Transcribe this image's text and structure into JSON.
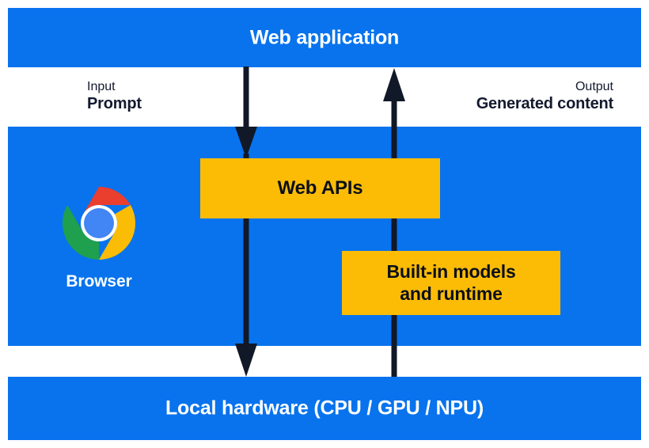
{
  "diagram": {
    "title_band_top": "Web application",
    "title_band_bottom": "Local hardware (CPU / GPU / NPU)",
    "bands": [
      {
        "name": "web-application",
        "label": "Web application"
      },
      {
        "name": "browser",
        "label": ""
      },
      {
        "name": "local-hardware",
        "label": "Local hardware (CPU / GPU / NPU)"
      }
    ],
    "flows": [
      {
        "name": "input",
        "kind": "Input",
        "value": "Prompt",
        "direction": "down"
      },
      {
        "name": "output",
        "kind": "Output",
        "value": "Generated content",
        "direction": "up"
      }
    ],
    "boxes": [
      {
        "name": "web-apis",
        "label": "Web APIs"
      },
      {
        "name": "built-in-models",
        "label": "Built-in models and runtime",
        "line1": "Built-in models",
        "line2": "and runtime"
      }
    ],
    "browser": {
      "icon": "chrome-logo-icon",
      "caption": "Browser"
    },
    "colors": {
      "band_blue": "#0873ed",
      "box_yellow": "#fcbc05",
      "arrow_navy": "#111827",
      "band_text": "#ffffff",
      "flow_text": "#141a2e",
      "box_text": "#0b0f1a",
      "chrome_red": "#ea3e2f",
      "chrome_yellow": "#fbbc05",
      "chrome_green": "#1fa04e",
      "chrome_blue": "#4285f4",
      "background": "#ffffff"
    }
  }
}
